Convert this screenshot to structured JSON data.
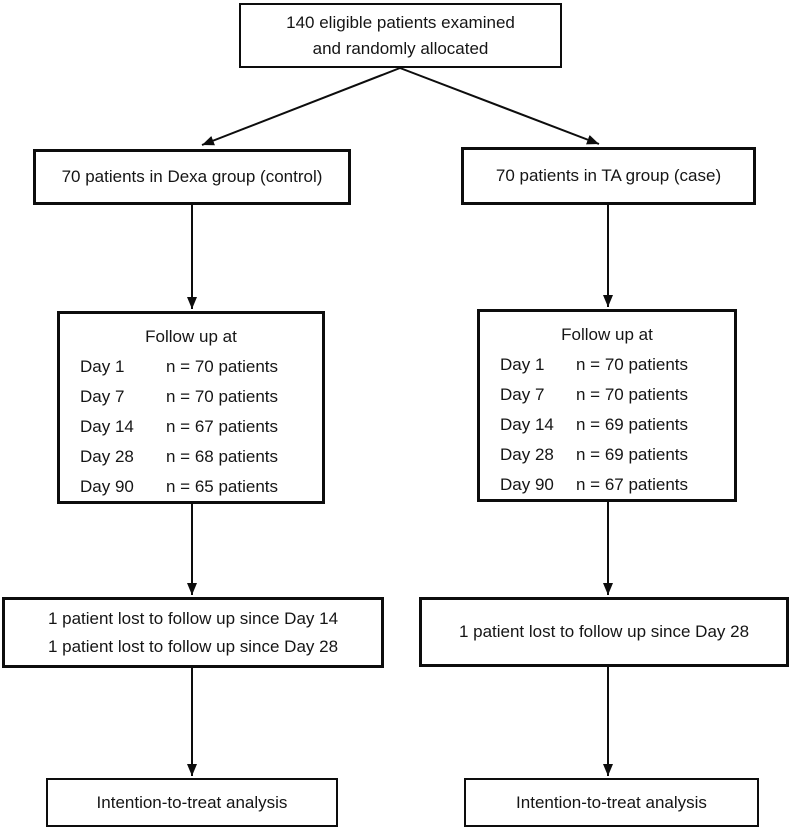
{
  "root_box": {
    "line1": "140 eligible patients examined",
    "line2": "and randomly allocated"
  },
  "columns": [
    {
      "allocation": "70 patients in Dexa group (control)",
      "followup": {
        "heading": "Follow up at",
        "rows": [
          {
            "day": "Day 1",
            "count": "n = 70 patients"
          },
          {
            "day": "Day 7",
            "count": "n = 70 patients"
          },
          {
            "day": "Day 14",
            "count": "n = 67 patients"
          },
          {
            "day": "Day 28",
            "count": "n = 68 patients"
          },
          {
            "day": "Day 90",
            "count": "n = 65 patients"
          }
        ]
      },
      "lost": {
        "line1": "1 patient lost to follow up since Day 14",
        "line2": "1 patient lost to follow up since Day 28"
      },
      "analysis": "Intention-to-treat analysis"
    },
    {
      "allocation": "70 patients in TA group (case)",
      "followup": {
        "heading": "Follow up at",
        "rows": [
          {
            "day": "Day 1",
            "count": "n = 70 patients"
          },
          {
            "day": "Day 7",
            "count": "n = 70 patients"
          },
          {
            "day": "Day 14",
            "count": "n = 69 patients"
          },
          {
            "day": "Day 28",
            "count": "n = 69 patients"
          },
          {
            "day": "Day 90",
            "count": "n = 67 patients"
          }
        ]
      },
      "lost": {
        "line1": "1 patient lost to follow up since Day 28"
      },
      "analysis": "Intention-to-treat analysis"
    }
  ],
  "colors": {
    "line": "#0d0d0d",
    "border": "#0d0d0d",
    "background": "#ffffff",
    "text": "#151515"
  }
}
